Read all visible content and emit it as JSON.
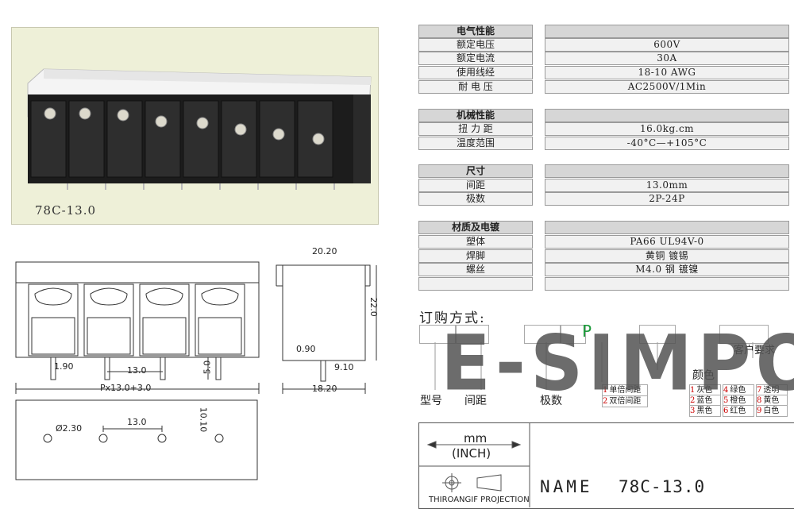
{
  "photo": {
    "caption": "78C-13.0"
  },
  "specs": {
    "electrical": {
      "header": "电气性能",
      "rows": [
        {
          "label": "额定电压",
          "value": "600V"
        },
        {
          "label": "额定电流",
          "value": "30A"
        },
        {
          "label": "使用线经",
          "value": "18-10 AWG"
        },
        {
          "label": "耐 电 压",
          "value": "AC2500V/1Min"
        }
      ]
    },
    "mechanical": {
      "header": "机械性能",
      "rows": [
        {
          "label": "扭 力 距",
          "value": "16.0kg.cm"
        },
        {
          "label": "温度范围",
          "value": "-40°C—+105°C"
        }
      ]
    },
    "size": {
      "header": "尺寸",
      "rows": [
        {
          "label": "间距",
          "value": "13.0mm"
        },
        {
          "label": "极数",
          "value": "2P-24P"
        }
      ]
    },
    "material": {
      "header": "材质及电镀",
      "rows": [
        {
          "label": "塑体",
          "value": "PA66  UL94V-0"
        },
        {
          "label": "焊脚",
          "value": "黄铜  镀锡"
        },
        {
          "label": "螺丝",
          "value": "M4.0  钢  镀镍"
        },
        {
          "label": "",
          "value": ""
        }
      ]
    }
  },
  "dimensions": {
    "front": {
      "pin_offset": "1.90",
      "pitch": "13.0",
      "pin_len": "5.0",
      "total": "Px13.0+3.0"
    },
    "side": {
      "width": "20.20",
      "height": "22.0",
      "pin_thk": "0.90",
      "pin_pos": "9.10",
      "base": "18.20"
    },
    "pcb": {
      "hole": "Ø2.30",
      "pitch": "13.0",
      "row": "10.10"
    }
  },
  "order": {
    "title": "订购方式:",
    "letter": "P",
    "custom_req": "客户要求",
    "color_label": "颜色",
    "field_model": "型号",
    "field_pitch": "间距",
    "field_poles": "极数",
    "pitch_options": [
      {
        "num": "1",
        "text": "单倍间距"
      },
      {
        "num": "2",
        "text": "双倍间距"
      }
    ],
    "colors": [
      {
        "num": "1",
        "text": "灰色"
      },
      {
        "num": "4",
        "text": "绿色"
      },
      {
        "num": "7",
        "text": "透明"
      },
      {
        "num": "2",
        "text": "蓝色"
      },
      {
        "num": "5",
        "text": "橙色"
      },
      {
        "num": "8",
        "text": "黄色"
      },
      {
        "num": "3",
        "text": "黑色"
      },
      {
        "num": "6",
        "text": "红色"
      },
      {
        "num": "9",
        "text": "白色"
      }
    ]
  },
  "watermark": "E-SIMPO",
  "titleblock": {
    "unit_mm": "mm",
    "unit_inch": "(INCH)",
    "projection": "THIROANGIF PROJECTION",
    "name_label": "NAME",
    "model": "78C-13.0"
  }
}
